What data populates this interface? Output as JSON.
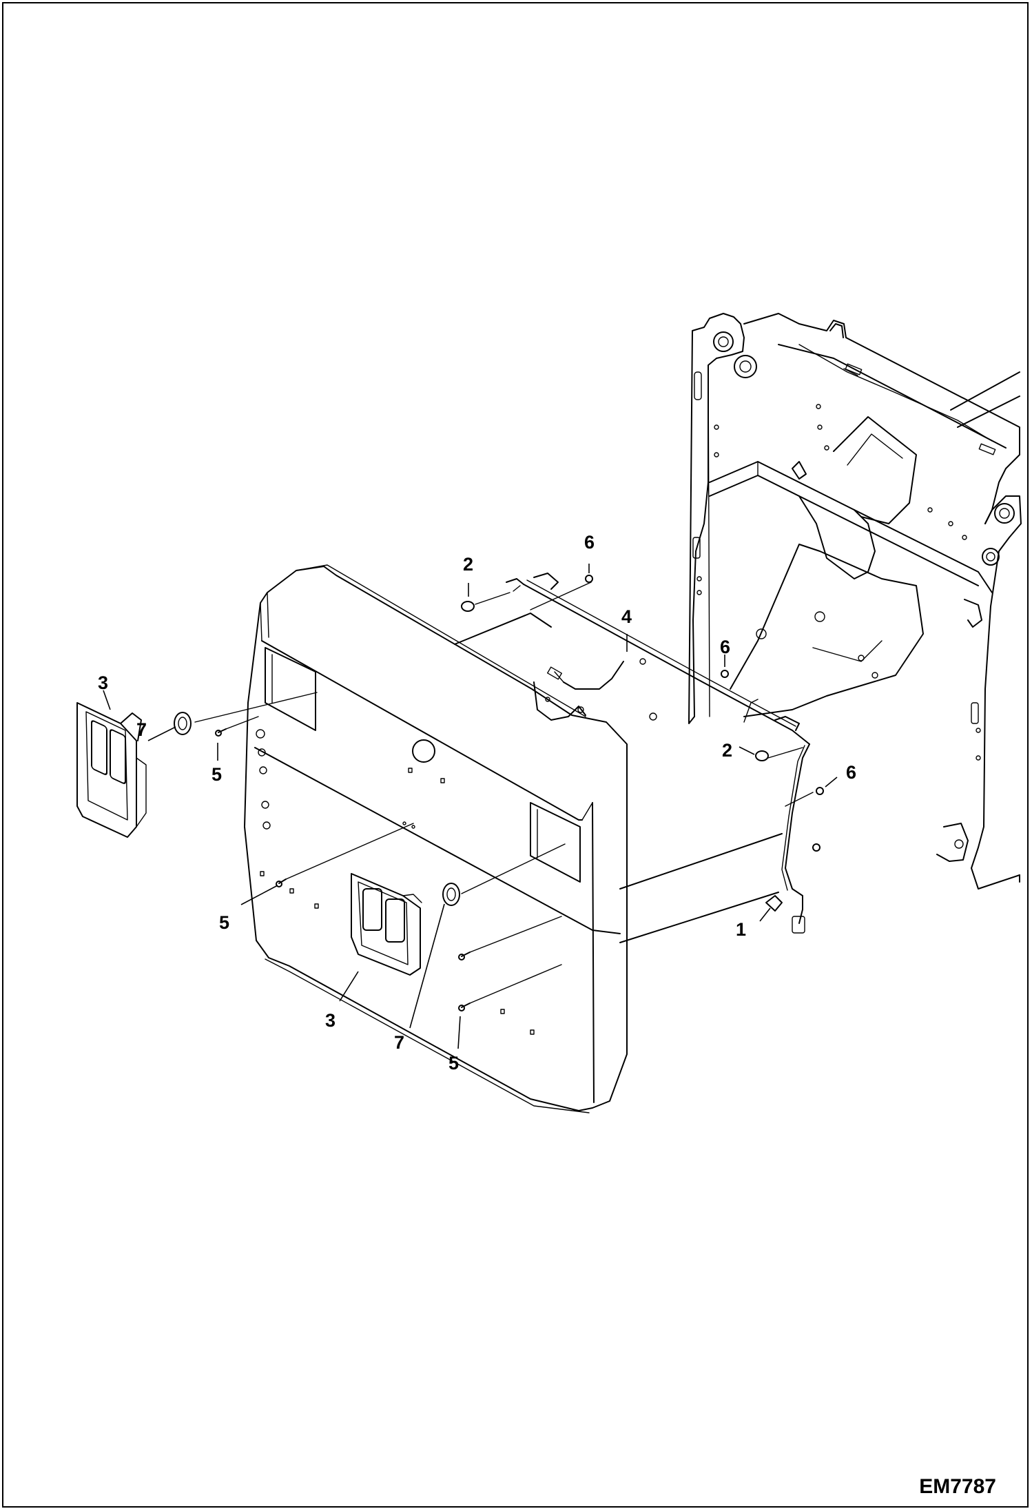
{
  "drawing_code": "EM7787",
  "callouts": [
    {
      "id": "c1",
      "text": "1"
    },
    {
      "id": "c2a",
      "text": "2"
    },
    {
      "id": "c2b",
      "text": "2"
    },
    {
      "id": "c3a",
      "text": "3"
    },
    {
      "id": "c3b",
      "text": "3"
    },
    {
      "id": "c4",
      "text": "4"
    },
    {
      "id": "c5a",
      "text": "5"
    },
    {
      "id": "c5b",
      "text": "5"
    },
    {
      "id": "c5c",
      "text": "5"
    },
    {
      "id": "c6a",
      "text": "6"
    },
    {
      "id": "c6b",
      "text": "6"
    },
    {
      "id": "c6c",
      "text": "6"
    },
    {
      "id": "c7a",
      "text": "7"
    },
    {
      "id": "c7b",
      "text": "7"
    }
  ]
}
